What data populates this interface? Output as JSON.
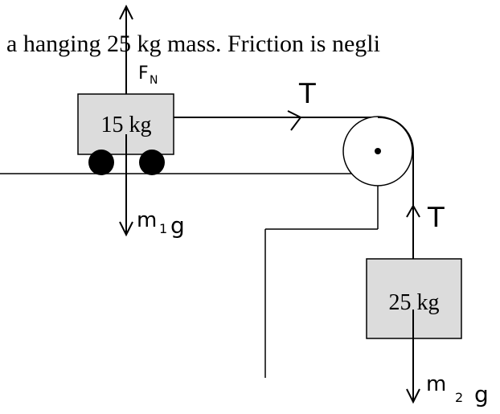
{
  "problem_text": "a hanging 25 kg mass. Friction is negli",
  "cart": {
    "label": "15 kg"
  },
  "hanging_block": {
    "label": "25 kg"
  },
  "forces": {
    "normal": "F",
    "normal_sub": "N",
    "tension_horizontal": "T",
    "tension_vertical": "T",
    "weight_cart": "m",
    "weight_cart_sub": "1",
    "weight_cart_g": "g",
    "weight_hanging": "m",
    "weight_hanging_sub": "2",
    "weight_hanging_g": "g"
  },
  "colors": {
    "ink": "#000000",
    "block_fill": "#dcdcdc",
    "pulley_fill": "#ffffff"
  }
}
